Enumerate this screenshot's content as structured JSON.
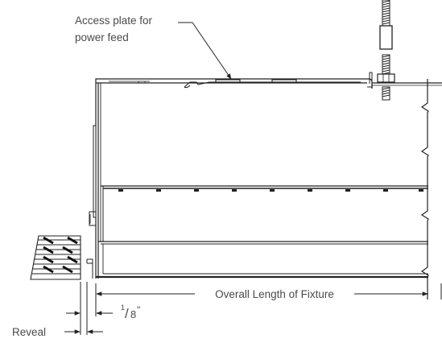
{
  "labels": {
    "access_plate_line1": "Access plate for",
    "access_plate_line2": "power feed",
    "overall_length": "Overall Length of Fixture",
    "gap_numerator": "1",
    "gap_slash": "/",
    "gap_denominator": "8",
    "gap_unit": "\"",
    "reveal": "Reveal"
  }
}
